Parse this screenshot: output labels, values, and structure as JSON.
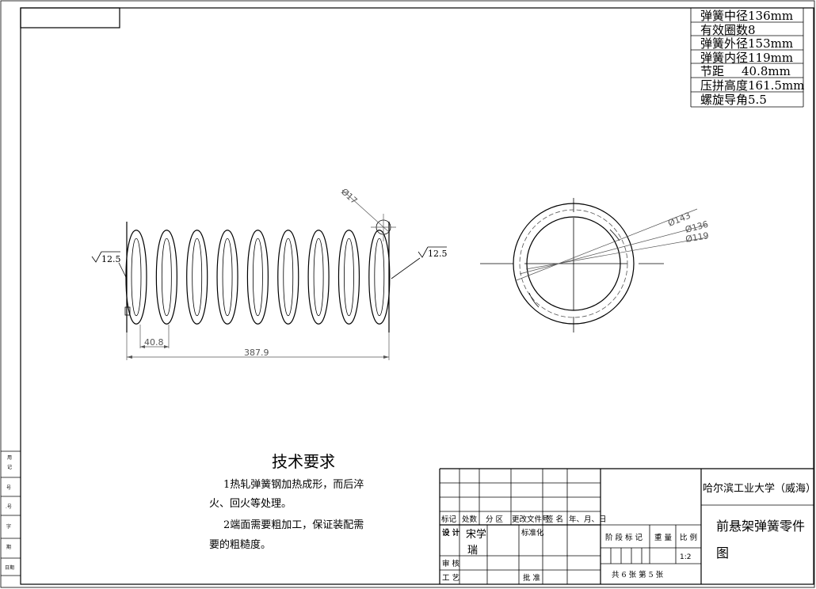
{
  "params": [
    {
      "label": "弹簧中径",
      "value": "136mm"
    },
    {
      "label": "有效圈数",
      "value": "8"
    },
    {
      "label": "弹簧外径",
      "value": "153mm"
    },
    {
      "label": "弹簧内径",
      "value": "119mm"
    },
    {
      "label": "节距",
      "value": "40.8mm"
    },
    {
      "label": "压拼高度",
      "value": "161.5mm"
    },
    {
      "label": "螺旋导角",
      "value": "5.5"
    }
  ],
  "dimensions": {
    "wire_dia": "Ø17",
    "pitch": "40.8",
    "free_length": "387.9",
    "outer_dia": "Ø143",
    "mid_dia": "Ø136",
    "inner_dia": "Ø119"
  },
  "roughness": {
    "left": "12.5",
    "right": "12.5"
  },
  "tech": {
    "title": "技术要求",
    "line1": "1热轧弹簧钢加热成形，而后淬",
    "line2": "火、回火等处理。",
    "line3": "2端面需要粗加工，保证装配需",
    "line4": "要的粗糙度。"
  },
  "titleblock": {
    "h_mark": "标记",
    "h_count": "处数",
    "h_zone": "分 区",
    "h_docno": "更改文件号",
    "h_sign": "签 名",
    "h_date": "年、月、日",
    "design_label": "设 计",
    "designer1": "宋学",
    "designer2": "瑞",
    "std_label": "标准化",
    "check_label": "审 核",
    "process_label": "工 艺",
    "approve_label": "批 准",
    "stage_label": "阶 段 标 记",
    "weight_label": "重 量",
    "scale_label": "比 例",
    "scale_value": "1:2",
    "sheets": "共 6 张   第 5 张",
    "school": "哈尔滨工业大学（威海）",
    "drawing_name1": "前悬架弹簧零件",
    "drawing_name2": "图"
  },
  "side_strip": [
    "用",
    "记",
    "号",
    ".号",
    "字",
    "期",
    "日期"
  ]
}
